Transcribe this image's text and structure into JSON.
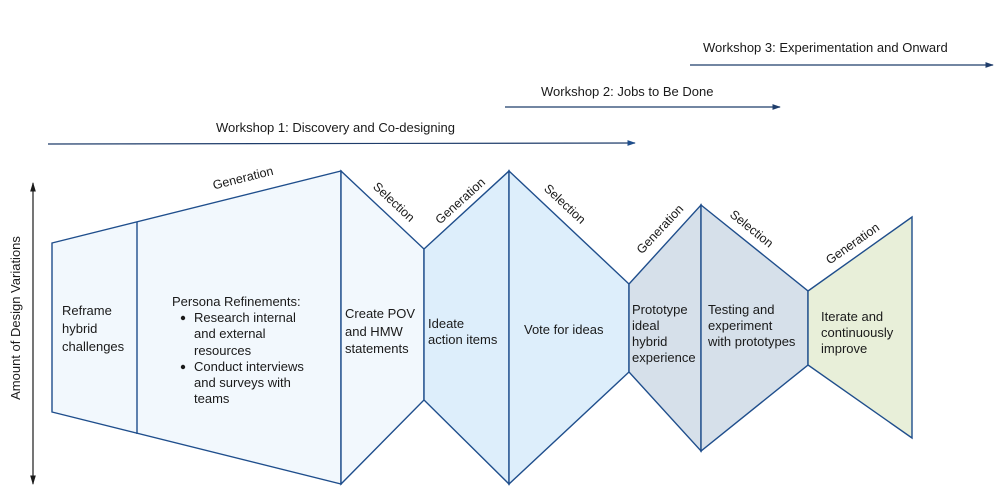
{
  "workshops": [
    {
      "label": "Workshop 1: Discovery and Co-designing"
    },
    {
      "label": "Workshop 2: Jobs to Be Done"
    },
    {
      "label": "Workshop 3:  Experimentation and Onward"
    }
  ],
  "axis": {
    "y_label": "Amount of Design Variations"
  },
  "phases": {
    "generation": "Generation",
    "selection": "Selection"
  },
  "stages": {
    "reframe": [
      "Reframe",
      "hybrid",
      "challenges"
    ],
    "persona": {
      "title": "Persona Refinements:",
      "bullet1": [
        "Research internal",
        "and external",
        "resources"
      ],
      "bullet2": [
        "Conduct interviews",
        "and surveys with",
        "teams"
      ]
    },
    "pov": [
      "Create POV",
      "and HMW",
      "statements"
    ],
    "ideate": [
      "Ideate",
      "action items"
    ],
    "vote": [
      "Vote for ideas"
    ],
    "prototype": [
      "Prototype",
      "ideal",
      "hybrid",
      "experience"
    ],
    "testing": [
      "Testing and",
      "experiment",
      "with prototypes"
    ],
    "iterate": [
      "Iterate and",
      "continuously",
      "improve"
    ]
  },
  "colors": {
    "fill_light": "#f2f8fd",
    "fill_medium": "#ddeefb",
    "fill_gray": "#d6e0ea",
    "fill_green": "#e8efd9",
    "stroke": "#1f4e8c"
  }
}
